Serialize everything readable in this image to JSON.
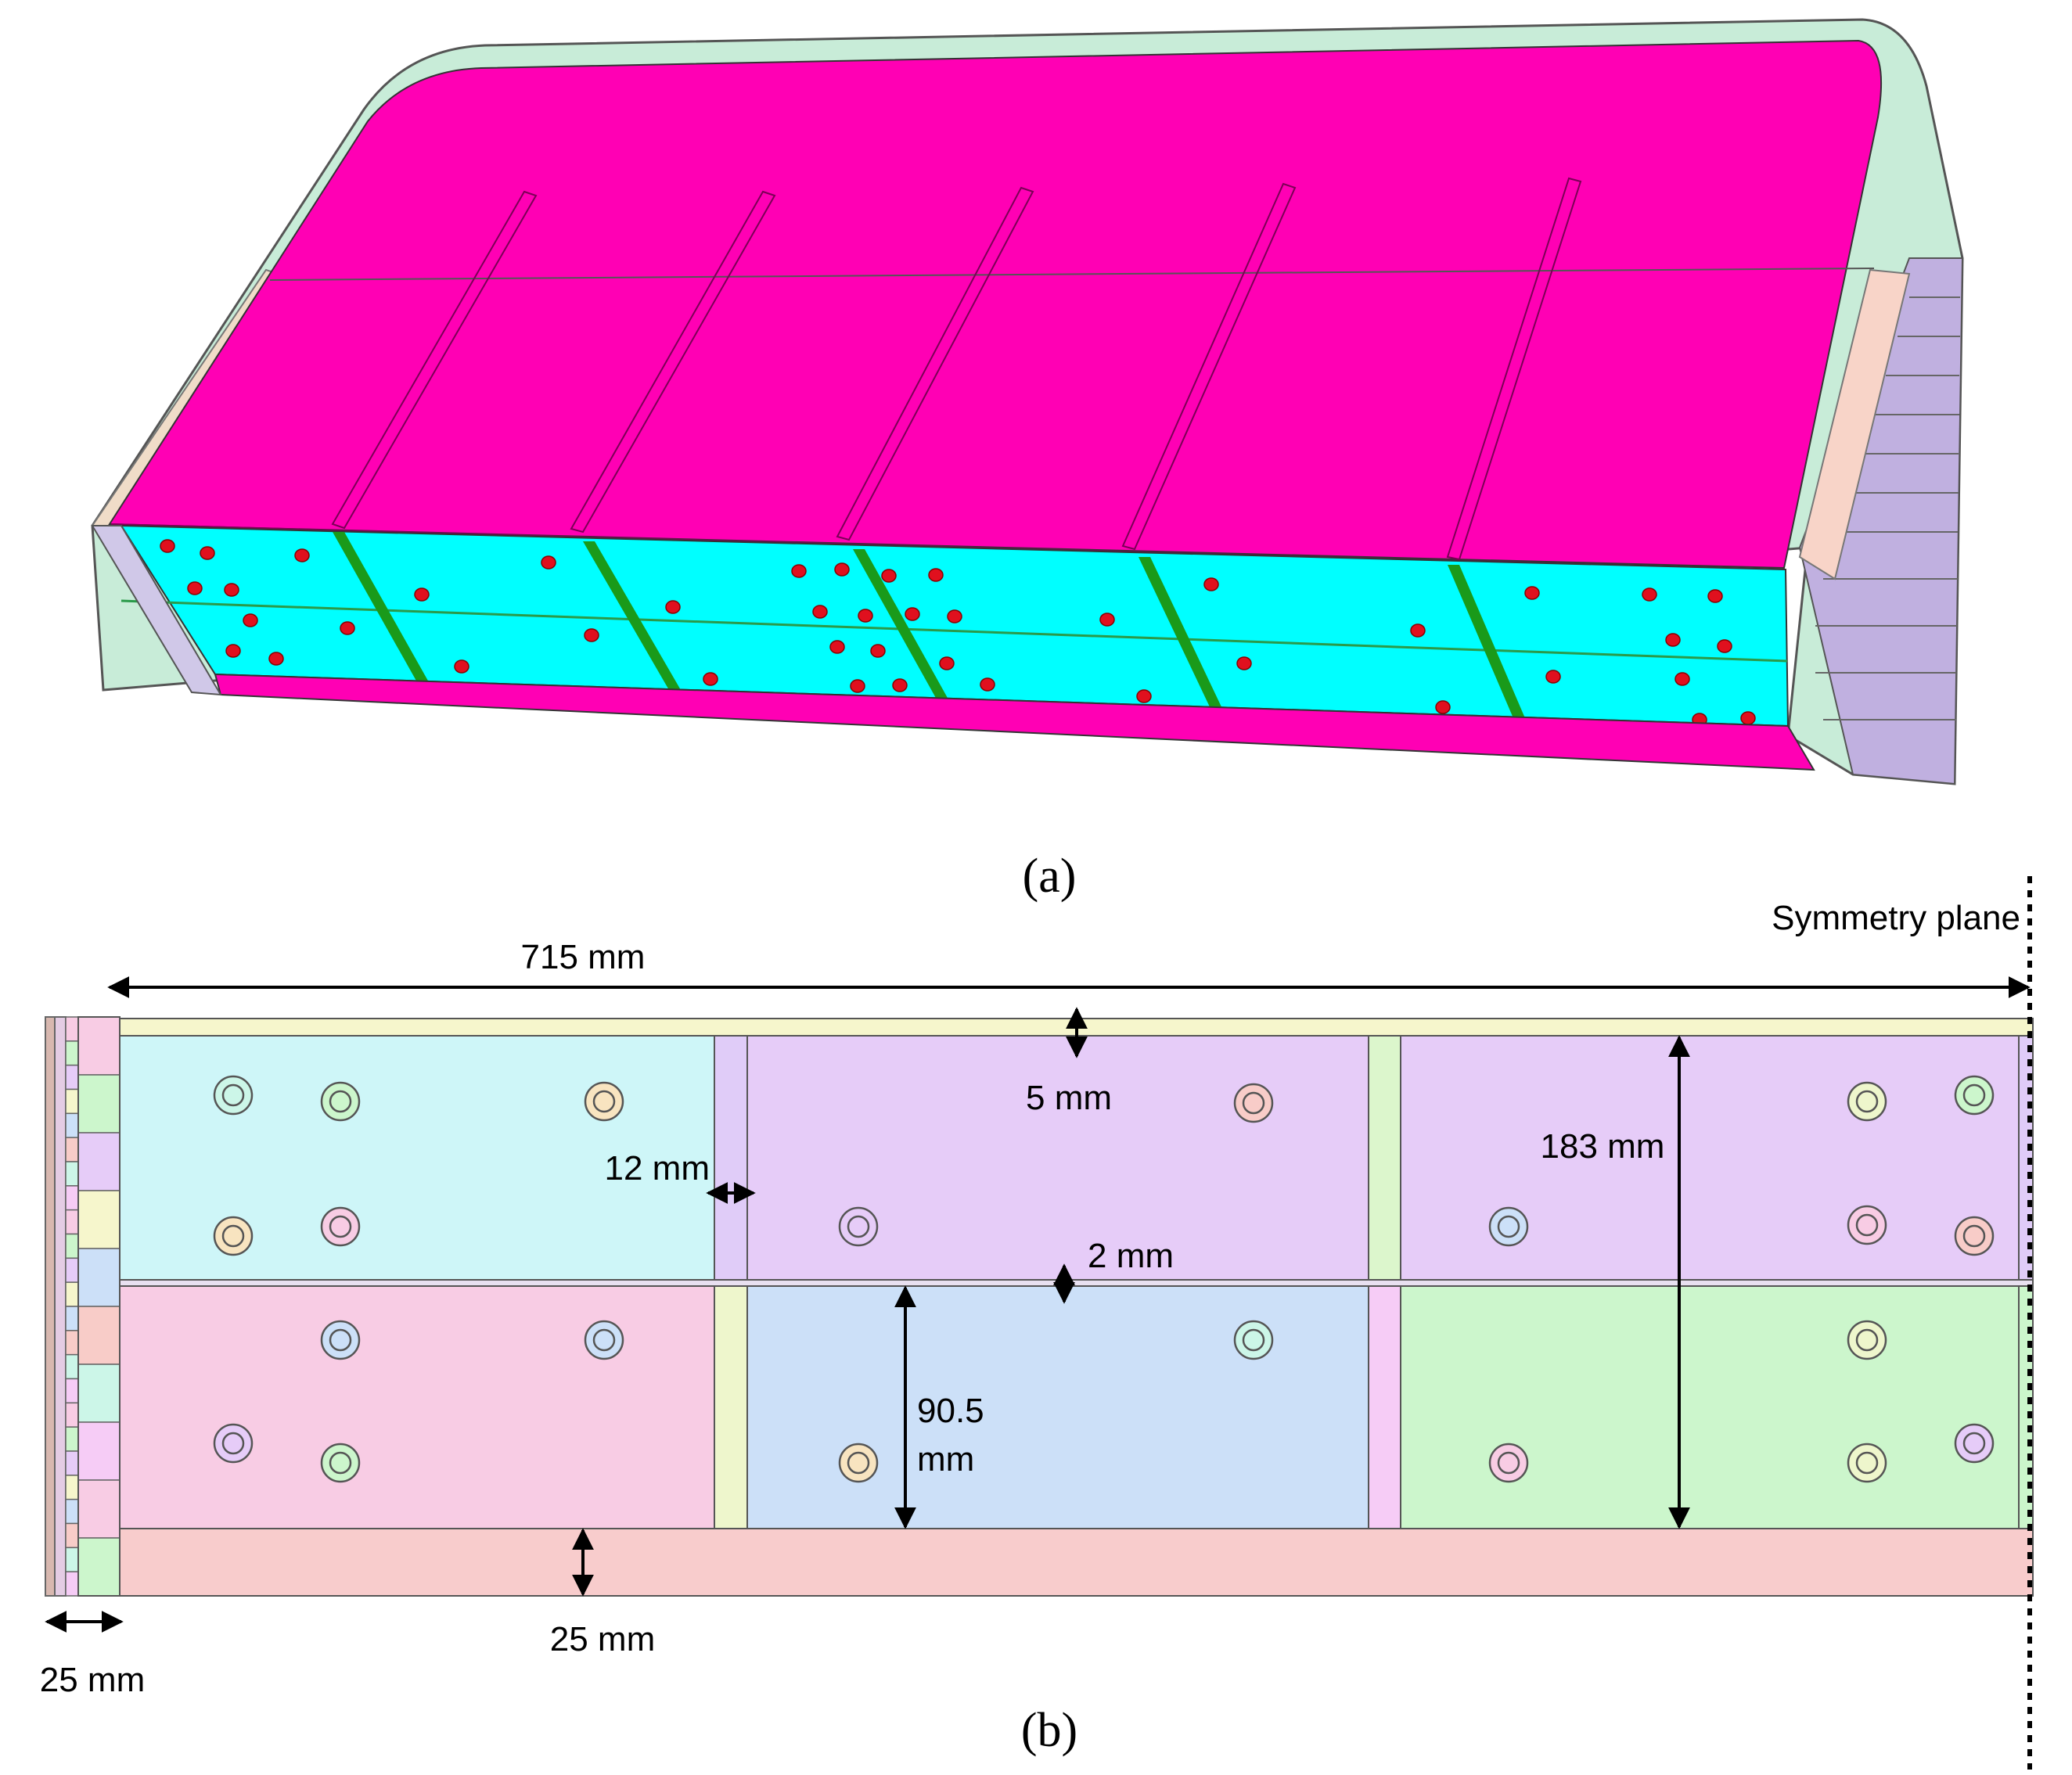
{
  "figure": {
    "caption_a": "(a)",
    "caption_b": "(b)"
  },
  "view_a": {
    "top_face_color": "#ff00b4",
    "blanket_color": "#00ffff",
    "divider_color": "#1a9a1a",
    "pin_color": "#e0101e",
    "shell_color": "#c8ecd8"
  },
  "view_b": {
    "symmetry_label": "Symmetry plane",
    "dimensions": {
      "total_length": "715 mm",
      "top_plate": "5 mm",
      "rib_thickness": "12 mm",
      "height": "183 mm",
      "mid_plate": "2 mm",
      "cell_height_line1": "90.5",
      "cell_height_line2": "mm",
      "bottom_plate": "25 mm",
      "side_wall": "25 mm"
    },
    "cell_colors": {
      "cyan": "#cef6f8",
      "purple": "#e6ccf8",
      "pink": "#f8cce4",
      "blue": "#cce0f8",
      "green": "#ccf6cc",
      "top_plate": "#f6f6cc",
      "bottom_plate": "#f8cccc",
      "rib_purple": "#e0ccf8",
      "rib_green": "#dcf6cc",
      "rib_yellow": "#eef6cc",
      "rib_pink": "#f6ccf6"
    }
  }
}
